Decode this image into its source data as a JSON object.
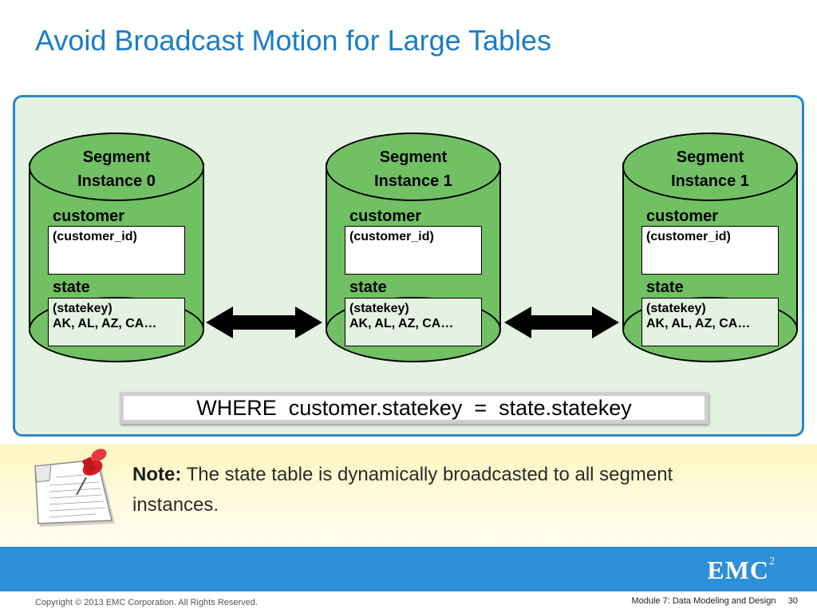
{
  "title": "Avoid Broadcast Motion for Large Tables",
  "segments": [
    {
      "label_line1": "Segment",
      "label_line2": "Instance 0",
      "customer_table": {
        "name": "customer",
        "rows": [
          "(customer_id)"
        ]
      },
      "state_table": {
        "name": "state",
        "rows": [
          "(statekey)",
          "AK, AL, AZ, CA…"
        ]
      }
    },
    {
      "label_line1": "Segment",
      "label_line2": "Instance 1",
      "customer_table": {
        "name": "customer",
        "rows": [
          "(customer_id)"
        ]
      },
      "state_table": {
        "name": "state",
        "rows": [
          "(statekey)",
          "AK, AL, AZ, CA…"
        ]
      }
    },
    {
      "label_line1": "Segment",
      "label_line2": "Instance 1",
      "customer_table": {
        "name": "customer",
        "rows": [
          "(customer_id)"
        ]
      },
      "state_table": {
        "name": "state",
        "rows": [
          "(statekey)",
          "AK, AL, AZ, CA…"
        ]
      }
    }
  ],
  "where_clause": "WHERE  customer.statekey  =  state.statekey",
  "note": {
    "lead": "Note:",
    "text": " The state table is dynamically broadcasted to all segment instances.",
    "icon": "note-paper-pushpin-icon"
  },
  "logo": {
    "text": "EMC",
    "superscript": "2"
  },
  "footer": {
    "copyright": "Copyright © 2013 EMC Corporation. All Rights Reserved.",
    "module": "Module 7: Data Modeling and Design",
    "page": "30"
  },
  "colors": {
    "title": "#1a7cc7",
    "panel_border": "#2e86c8",
    "panel_bg": "#e3f2e1",
    "cylinder": "#71c063",
    "note_band": "#fdf6bf",
    "footer_band": "#2f8fd6"
  }
}
